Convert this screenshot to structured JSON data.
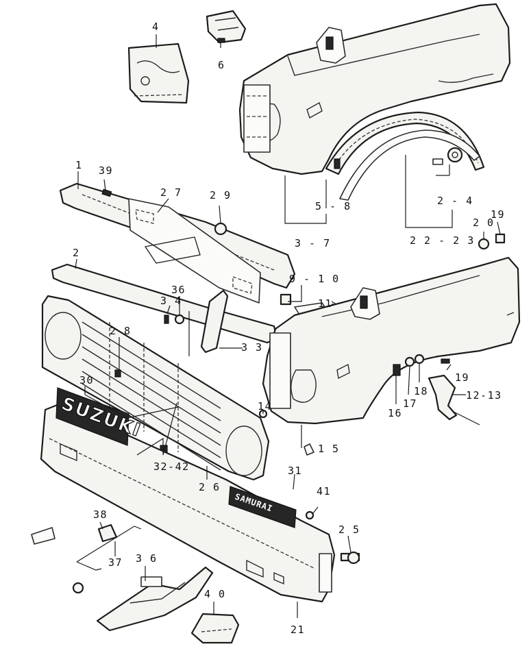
{
  "callouts": [
    {
      "id": "c4",
      "text": "4"
    },
    {
      "id": "c6",
      "text": "6"
    },
    {
      "id": "c1",
      "text": "1"
    },
    {
      "id": "c39",
      "text": "39"
    },
    {
      "id": "c27",
      "text": "2 7"
    },
    {
      "id": "c29",
      "text": "2 9"
    },
    {
      "id": "c2a",
      "text": "2"
    },
    {
      "id": "c24",
      "text": "2 - 4"
    },
    {
      "id": "c58",
      "text": "5 - 8"
    },
    {
      "id": "c37a",
      "text": "3 - 7"
    },
    {
      "id": "c2223",
      "text": "2 2 - 2 3"
    },
    {
      "id": "c20",
      "text": "2 0"
    },
    {
      "id": "c19a",
      "text": "19"
    },
    {
      "id": "c910",
      "text": "9 - 1 0"
    },
    {
      "id": "c11",
      "text": "11"
    },
    {
      "id": "c34",
      "text": "3 4"
    },
    {
      "id": "c36a",
      "text": "36"
    },
    {
      "id": "c28",
      "text": "2 8"
    },
    {
      "id": "c33",
      "text": "3 3"
    },
    {
      "id": "c30",
      "text": "30"
    },
    {
      "id": "c19b",
      "text": "19"
    },
    {
      "id": "c1213",
      "text": "12-13"
    },
    {
      "id": "c16",
      "text": "16"
    },
    {
      "id": "c17",
      "text": "17"
    },
    {
      "id": "c18",
      "text": "18"
    },
    {
      "id": "c14",
      "text": "14"
    },
    {
      "id": "c15",
      "text": "1 5"
    },
    {
      "id": "c3242",
      "text": "32-42"
    },
    {
      "id": "c26",
      "text": "2 6"
    },
    {
      "id": "c31",
      "text": "31"
    },
    {
      "id": "c41",
      "text": "41"
    },
    {
      "id": "c25",
      "text": "2 5"
    },
    {
      "id": "c38",
      "text": "38"
    },
    {
      "id": "c37b",
      "text": "37"
    },
    {
      "id": "c36b",
      "text": "3 6"
    },
    {
      "id": "c40",
      "text": "4 0"
    },
    {
      "id": "c21",
      "text": "21"
    }
  ],
  "emblem": {
    "text": "SUZUKI"
  },
  "badge": {
    "text": "SAMURAI"
  }
}
